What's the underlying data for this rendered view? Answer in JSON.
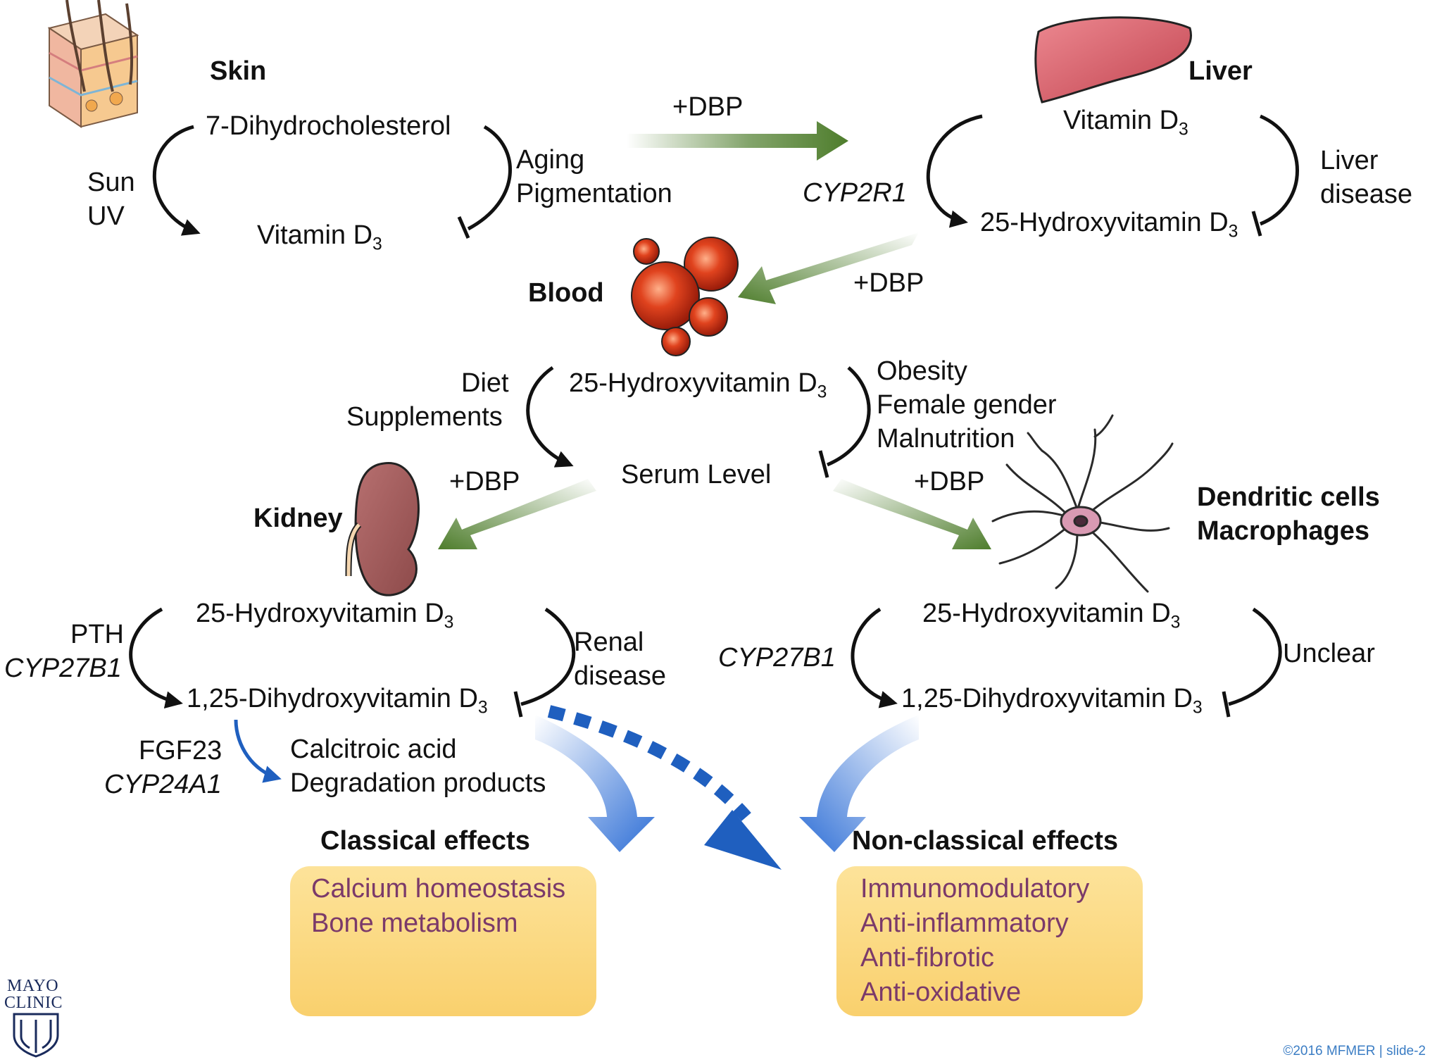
{
  "organs": {
    "skin": "Skin",
    "liver": "Liver",
    "blood": "Blood",
    "kidney": "Kidney",
    "dendritic_line1": "Dendritic cells",
    "dendritic_line2": "Macrophages"
  },
  "skin": {
    "precursor": "7-Dihydrocholesterol",
    "product": "Vitamin D",
    "product_sub": "3",
    "activator_1": "Sun",
    "activator_2": "UV",
    "inhibitor_1": "Aging",
    "inhibitor_2": "Pigmentation"
  },
  "liver": {
    "precursor": "Vitamin D",
    "precursor_sub": "3",
    "product": "25-Hydroxyvitamin D",
    "product_sub": "3",
    "enzyme": "CYP2R1",
    "inhibitor_1": "Liver",
    "inhibitor_2": "disease"
  },
  "transport": {
    "skin_to_liver": "+DBP",
    "liver_to_blood": "+DBP",
    "blood_to_kidney": "+DBP",
    "blood_to_dendritic": "+DBP"
  },
  "blood": {
    "precursor": "25-Hydroxyvitamin D",
    "precursor_sub": "3",
    "product": "Serum Level",
    "activator_1": "Diet",
    "activator_2": "Supplements",
    "inhibitor_1": "Obesity",
    "inhibitor_2": "Female gender",
    "inhibitor_3": "Malnutrition"
  },
  "kidney": {
    "precursor": "25-Hydroxyvitamin D",
    "precursor_sub": "3",
    "product": "1,25-Dihydroxyvitamin D",
    "product_sub": "3",
    "activator_1": "PTH",
    "activator_2": "CYP27B1",
    "inhibitor_1": "Renal",
    "inhibitor_2": "disease",
    "degrade_1": "FGF23",
    "degrade_2": "CYP24A1",
    "degradation_1": "Calcitroic acid",
    "degradation_2": "Degradation products"
  },
  "dendritic": {
    "precursor": "25-Hydroxyvitamin D",
    "precursor_sub": "3",
    "product": "1,25-Dihydroxyvitamin D",
    "product_sub": "3",
    "enzyme": "CYP27B1",
    "inhibitor": "Unclear"
  },
  "effects": {
    "classical_title": "Classical effects",
    "classical_items": [
      "Calcium homeostasis",
      "Bone metabolism"
    ],
    "nonclassical_title": "Non-classical effects",
    "nonclassical_items": [
      "Immunomodulatory",
      "Anti-inflammatory",
      "Anti-fibrotic",
      "Anti-oxidative"
    ]
  },
  "branding": {
    "logo_line1": "MAYO",
    "logo_line2": "CLINIC",
    "copyright": "©2016 MFMER  |  slide-2"
  },
  "colors": {
    "transport_arrow": "#4e7d2c",
    "effect_arrow": "#2f6fd6",
    "effect_box": "#fbd878",
    "effect_text": "#7b3a6a",
    "conversion_arrow": "#111111"
  }
}
